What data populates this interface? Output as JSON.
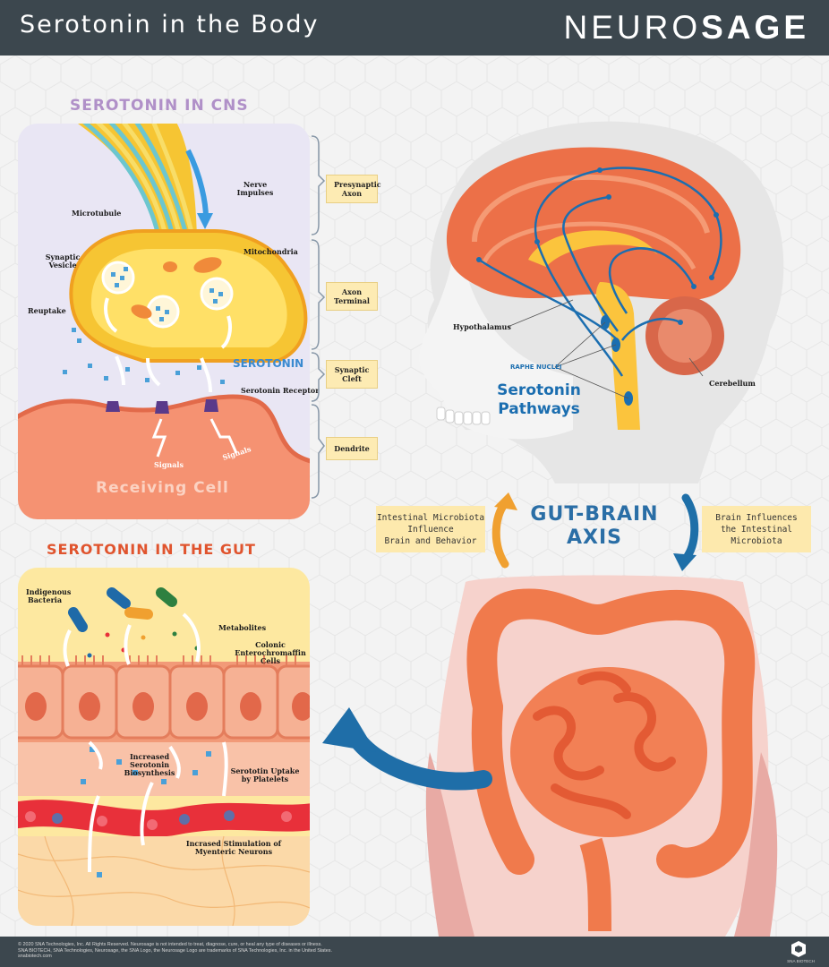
{
  "header": {
    "title": "Serotonin in the Body",
    "logo_light": "NEURO",
    "logo_bold": "SAGE"
  },
  "cns": {
    "title": "SEROTONIN IN CNS",
    "labels": {
      "nerve_impulses": "Nerve Impulses",
      "microtubule": "Microtubule",
      "mitochondria": "Mitochondria",
      "synaptic_vesicle": "Synaptic Vesicle",
      "reuptake": "Reuptake",
      "serotonin": "SEROTONIN",
      "serotonin_receptor": "Serotonin Receptor",
      "signals_1": "Signals",
      "signals_2": "Signals",
      "receiving_cell": "Receiving Cell"
    },
    "brackets": [
      {
        "label": "Presynaptic Axon"
      },
      {
        "label": "Axon Terminal"
      },
      {
        "label": "Synaptic Cleft"
      },
      {
        "label": "Dendrite"
      }
    ]
  },
  "brain": {
    "hypothalamus": "Hypothalamus",
    "raphe_nuclei": "RAPHE NUCLEI",
    "cerebellum": "Cerebellum",
    "pathways_line1": "Serotonin",
    "pathways_line2": "Pathways"
  },
  "axis": {
    "title_line1": "GUT-BRAIN",
    "title_line2": "AXIS",
    "left_box": [
      "Intestinal Microbiota",
      "Influence",
      "Brain and Behavior"
    ],
    "right_box": [
      "Brain Influences",
      "the Intestinal",
      "Microbiota"
    ]
  },
  "gut": {
    "title": "SEROTONIN IN THE GUT",
    "labels": {
      "indigenous_bacteria": "Indigenous Bacteria",
      "metabolites": "Metabolites",
      "colonic_ec_cells": "Colonic Enterochromaffin Cells",
      "increased_biosynthesis": "Increased Serotonin Biosynthesis",
      "uptake_platelets": "Serototin Uptake by Platelets",
      "myenteric": "Incrased Stimulation of Myenteric Neurons"
    }
  },
  "footer": {
    "line1": "© 2020 SNA Technologies, Inc. All Rights Reserved. Neurosage is not intended to treat, diagnose, cure, or heal any type of diseases or illness.",
    "line2": "SNA BIOTECH, SNA Technologies, Neurosage, the SNA Logo, the Neurosage Logo are trademarks of SNA Technologies, Inc. in the United States.",
    "line3": "snabiotech.com",
    "brand_mark": "SNA BIOTECH"
  },
  "colors": {
    "header_bg": "#3c474e",
    "cns_title": "#b090c8",
    "gut_title": "#e0542e",
    "axis_blue": "#2a6ea6",
    "serotonin_blue": "#3a8ad0",
    "arrow_orange": "#f0a030",
    "arrow_blue": "#1e6fa8"
  }
}
